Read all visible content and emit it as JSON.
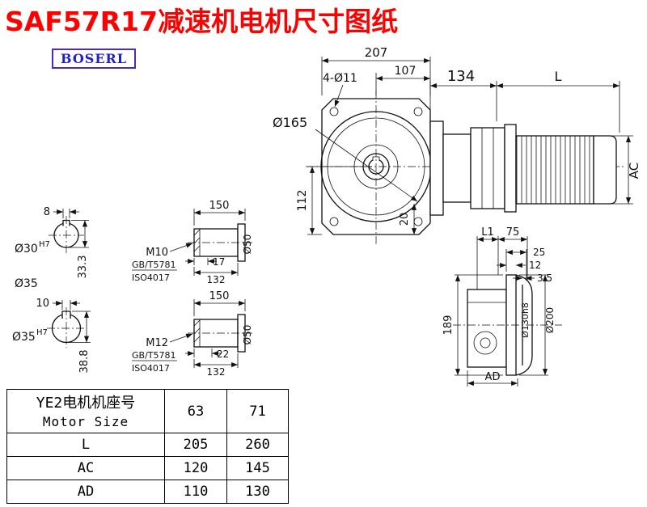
{
  "title": "SAF57R17减速机电机尺寸图纸",
  "logo": "BOSERL",
  "dims": {
    "d207": "207",
    "d107": "107",
    "d4o11": "4-Ø11",
    "d165": "Ø165",
    "d112": "112",
    "d20": "20",
    "d134": "134",
    "dL": "L",
    "dAC": "AC",
    "d8": "8",
    "d30": "Ø30",
    "d30sup": "H7",
    "d333": "33.3",
    "d35": "Ø35",
    "d10": "10",
    "d35b": "Ø35",
    "d35bsup": "H7",
    "d388": "38.8",
    "d150a": "150",
    "m10": "M10",
    "gb1": "GB/T5781",
    "iso1": "ISO4017",
    "d17": "17",
    "d132a": "132",
    "d50a": "Ø50",
    "d150b": "150",
    "m12": "M12",
    "gb2": "GB/T5781",
    "iso2": "ISO4017",
    "d22": "22",
    "d132b": "132",
    "d50b": "Ø50",
    "dL1": "L1",
    "d75": "75",
    "d25": "25",
    "d12": "12",
    "d3_5": "3.5",
    "d189": "189",
    "d130": "Ø130h8",
    "d200": "Ø200",
    "dAD": "AD"
  },
  "table": {
    "header": {
      "label_cn": "YE2电机机座号",
      "label_en": "Motor Size",
      "col1": "63",
      "col2": "71"
    },
    "rows": [
      {
        "label": "L",
        "col1": "205",
        "col2": "260"
      },
      {
        "label": "AC",
        "col1": "120",
        "col2": "145"
      },
      {
        "label": "AD",
        "col1": "110",
        "col2": "130"
      }
    ]
  }
}
